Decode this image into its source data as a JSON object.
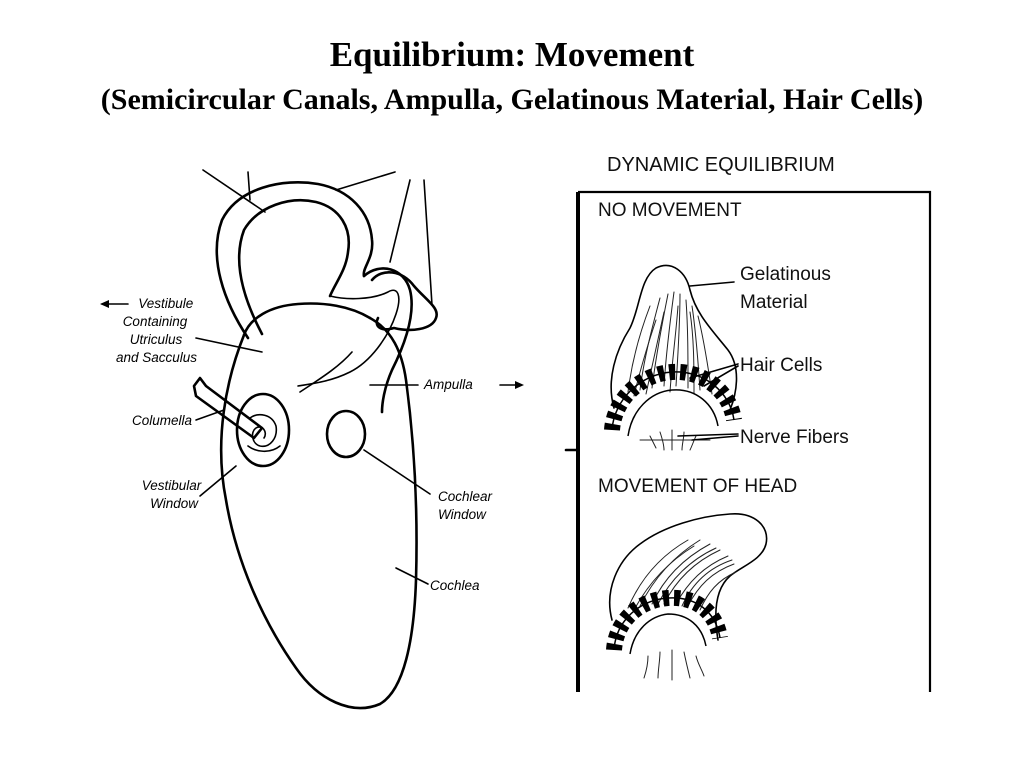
{
  "title": "Equilibrium: Movement",
  "subtitle": "(Semicircular Canals, Ampulla, Gelatinous Material, Hair Cells)",
  "left_diagram": {
    "labels": {
      "vestibule": [
        "Vestibule",
        "Containing",
        "Utriculus",
        "and Sacculus"
      ],
      "columella": "Columella",
      "vestibular_window": [
        "Vestibular",
        "Window"
      ],
      "ampulla": "Ampulla",
      "cochlear_window": [
        "Cochlear",
        "Window"
      ],
      "cochlea": "Cochlea"
    }
  },
  "right_panel": {
    "heading": "DYNAMIC EQUILIBRIUM",
    "section_1": "NO MOVEMENT",
    "section_2": "MOVEMENT OF HEAD",
    "labels": {
      "gelatinous": [
        "Gelatinous",
        "Material"
      ],
      "hair_cells": "Hair Cells",
      "nerve_fibers": "Nerve Fibers"
    }
  },
  "colors": {
    "ink": "#000000",
    "background": "#ffffff"
  }
}
